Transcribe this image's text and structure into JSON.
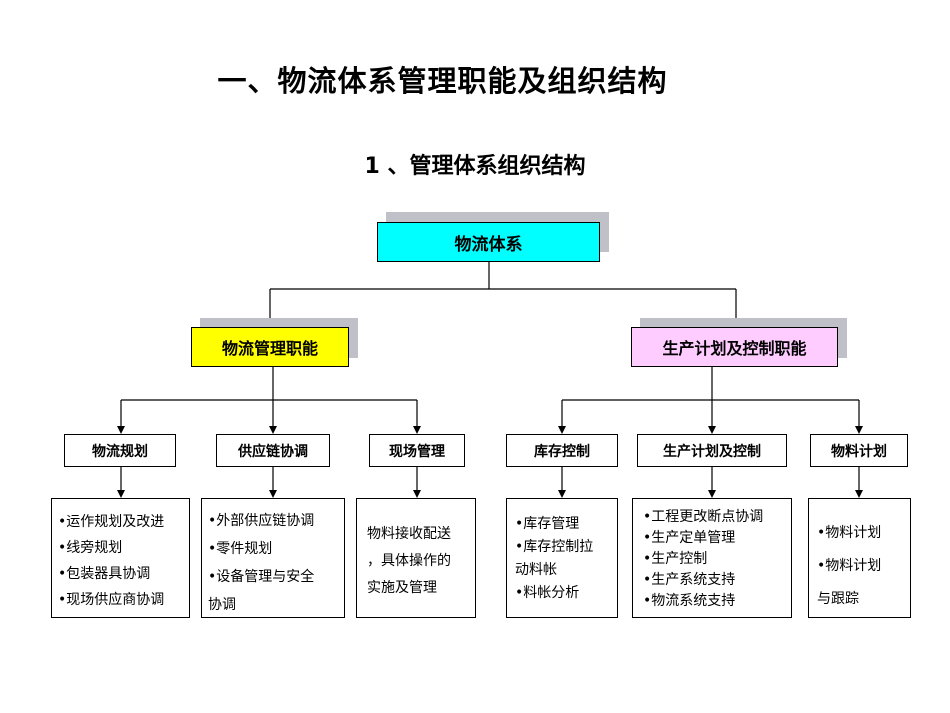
{
  "title": "一、物流体系管理职能及组织结构",
  "subtitle": "1 、管理体系组织结构",
  "org": {
    "root": "物流体系",
    "branches": [
      {
        "label": "物流管理职能",
        "color": "#ffff00",
        "children": [
          {
            "label": "物流规划",
            "details": [
              "•运作规划及改进",
              "•线旁规划",
              "•包装器具协调",
              "•现场供应商协调"
            ]
          },
          {
            "label": "供应链协调",
            "details": [
              "•外部供应链协调",
              "•零件规划",
              "•设备管理与安全",
              "协调"
            ]
          },
          {
            "label": "现场管理",
            "details": [
              "物料接收配送",
              "，具体操作的",
              "实施及管理"
            ]
          }
        ]
      },
      {
        "label": "生产计划及控制职能",
        "color": "#ffccff",
        "children": [
          {
            "label": "库存控制",
            "details": [
              "•库存管理",
              "•库存控制拉",
              "动料帐",
              "•料帐分析"
            ]
          },
          {
            "label": "生产计划及控制",
            "details": [
              "•工程更改断点协调",
              "•生产定单管理",
              "•生产控制",
              "•生产系统支持",
              "•物流系统支持"
            ]
          },
          {
            "label": "物料计划",
            "details": [
              "•物料计划",
              "•物料计划",
              "与跟踪"
            ]
          }
        ]
      }
    ]
  },
  "colors": {
    "root": "#00ffff",
    "line": "#000000",
    "shadow": "#c0c0c8"
  }
}
